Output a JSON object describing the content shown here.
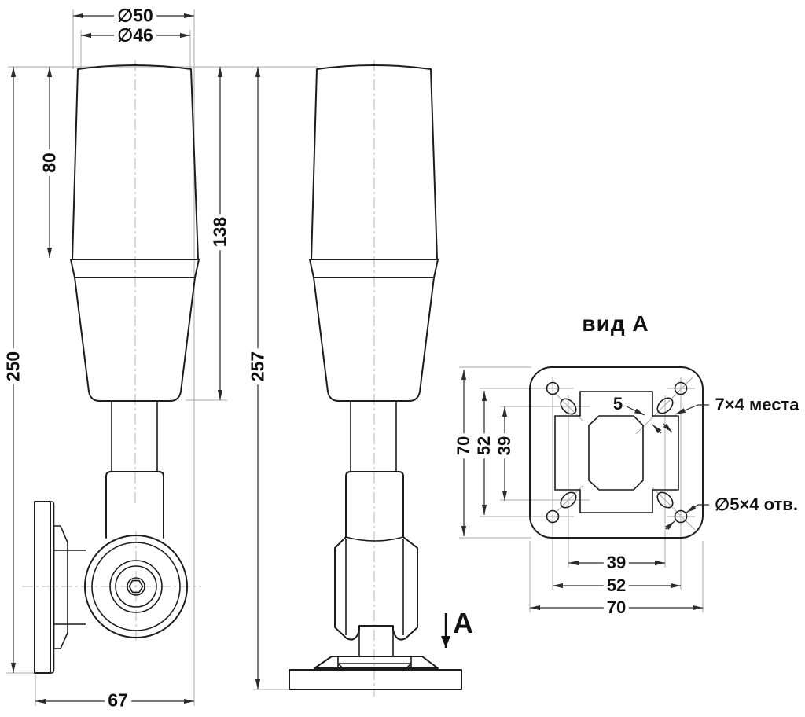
{
  "labels": {
    "dia50": "∅50",
    "dia46": "∅46",
    "h80": "80",
    "h250": "250",
    "h138": "138",
    "h257": "257",
    "w67": "67",
    "view_a_title": "вид А",
    "view_arrow": "A",
    "slot5": "5",
    "slots_note": "7×4 места",
    "holes_note": "∅5×4 отв.",
    "va_l70": "70",
    "va_l52": "52",
    "va_l39": "39",
    "va_b39": "39",
    "va_b52": "52",
    "va_b70": "70"
  },
  "colors": {
    "line": "#1c1c1c",
    "dimension": "#2b2b2b",
    "thin": "#a9a9a9",
    "background": "#ffffff"
  }
}
